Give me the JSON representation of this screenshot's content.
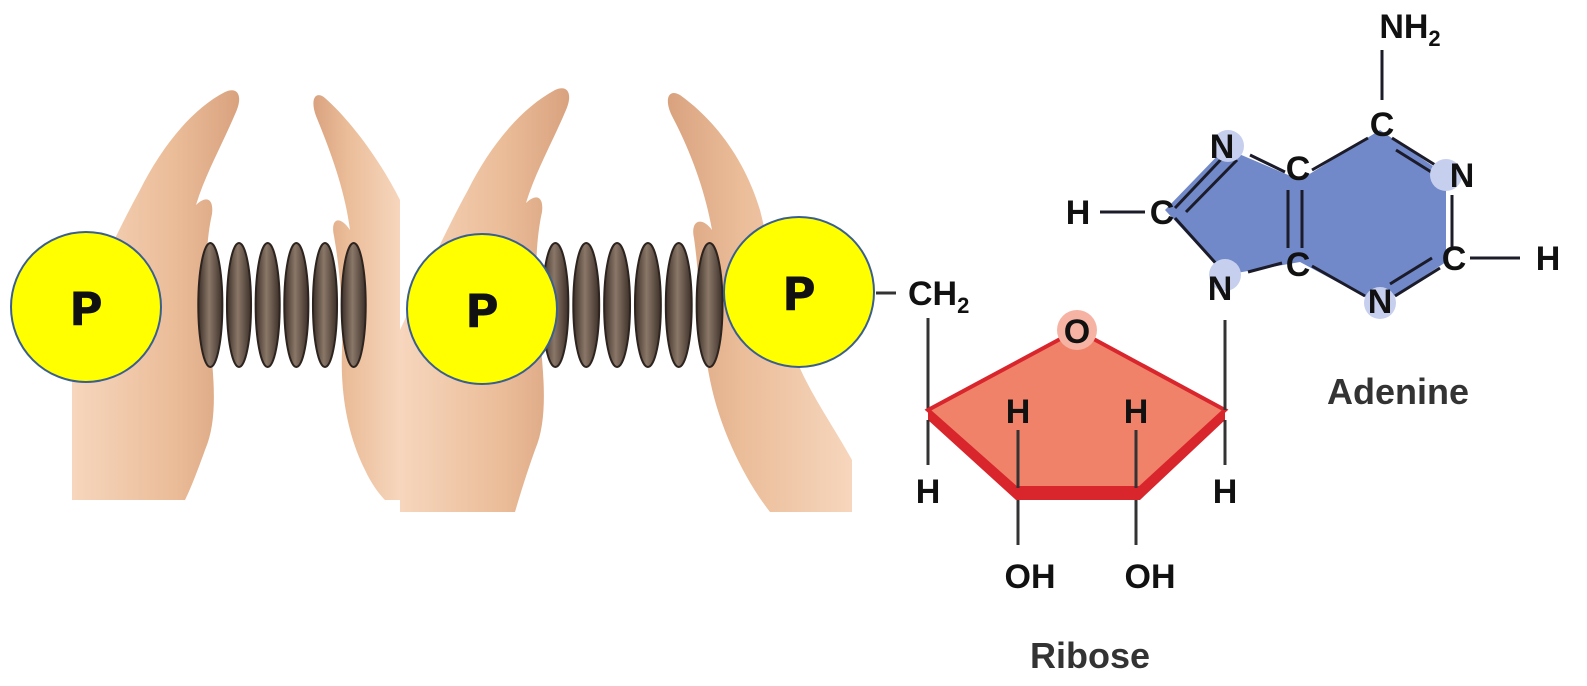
{
  "colors": {
    "phosphate_fill": "#ffff00",
    "phosphate_stroke": "#3a5f8f",
    "ribose_fill": "#f0826a",
    "ribose_edge": "#d8262c",
    "adenine_fill": "#7189c9",
    "adenine_node": "#c7cfee",
    "skin": "#f0c7a6",
    "spring": "#5a4a40"
  },
  "phosphates": [
    {
      "symbol": "P"
    },
    {
      "symbol": "P"
    },
    {
      "symbol": "P"
    }
  ],
  "images": {
    "left": "hands-compressing-spring",
    "right": "hands-compressing-spring"
  },
  "ribose": {
    "label": "Ribose",
    "ring_oxygen": "O",
    "ch2": "CH",
    "ch2_sub": "2",
    "h_left": "H",
    "h_right": "H",
    "h_inner_left": "H",
    "h_inner_right": "H",
    "oh_left": "OH",
    "oh_right": "OH"
  },
  "adenine": {
    "label": "Adenine",
    "nh2": "NH",
    "nh2_sub": "2",
    "c_top": "C",
    "n_top_left": "N",
    "c_mid_top": "C",
    "n_right": "N",
    "h_left": "H",
    "c_left": "C",
    "c_mid_bottom": "C",
    "c_right": "C",
    "h_right": "H",
    "n_bottom_left": "N",
    "n_bottom": "N"
  }
}
